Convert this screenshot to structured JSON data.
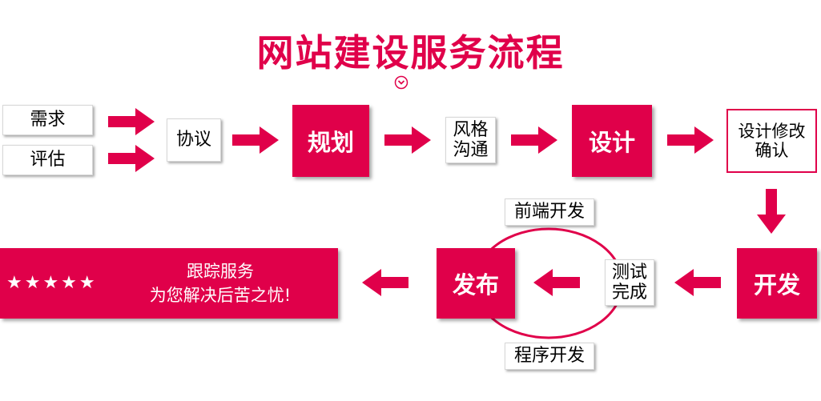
{
  "title": "网站建设服务流程",
  "colors": {
    "accent": "#e0004a",
    "outline_border": "#d7d7d7",
    "arrow": "#e0004a"
  },
  "icons": {
    "title_marker": "chevron-down-circle-icon",
    "banner_rating": "star-icon"
  },
  "nodes": {
    "demand": "需求",
    "evaluate": "评估",
    "agreement": "协议",
    "planning": "规划",
    "style": [
      "风格",
      "沟通"
    ],
    "design": "设计",
    "revise": [
      "设计修改",
      "确认"
    ],
    "develop": "开发",
    "test": [
      "测试",
      "完成"
    ],
    "frontend": "前端开发",
    "backend": "程序开发",
    "release": "发布"
  },
  "banner": {
    "stars": "★★★★★",
    "lines": [
      "跟踪服务",
      "为您解决后苦之忧!"
    ]
  }
}
